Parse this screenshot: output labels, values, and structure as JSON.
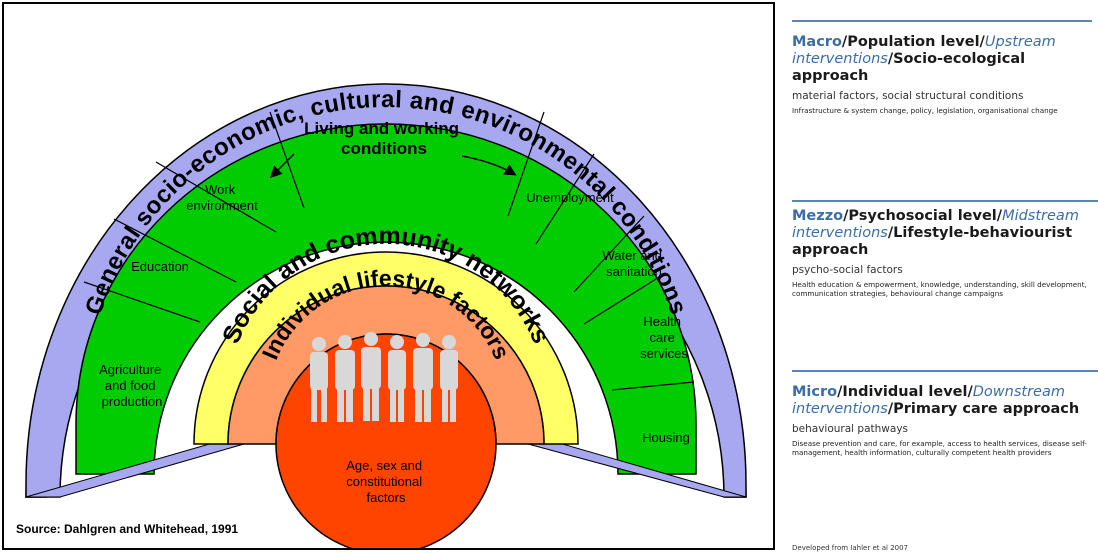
{
  "diagram": {
    "outer_ring": "General socio-economic, cultural and environmental conditions",
    "living_working": [
      "Living and working",
      "conditions"
    ],
    "sectors": {
      "agriculture": [
        "Agriculture",
        "and food",
        "production"
      ],
      "education": [
        "Education"
      ],
      "work_environment": [
        "Work",
        "environment"
      ],
      "unemployment": [
        "Unemployment"
      ],
      "water": [
        "Water and",
        "sanitation"
      ],
      "health_care": [
        "Health",
        "care",
        "services"
      ],
      "housing": [
        "Housing"
      ]
    },
    "social_ring": "Social and community networks",
    "individual_ring": "Individual lifestyle factors",
    "core": [
      "Age, sex and",
      "constitutional",
      "factors"
    ],
    "source": "Source: Dahlgren and Whitehead, 1991",
    "colors": {
      "outer": "#a8a8f0",
      "green": "#00cc00",
      "yellow": "#ffff66",
      "orange": "#ff9966",
      "core": "#ff4400",
      "figures": "#d8d8d8"
    }
  },
  "panel": {
    "macro": {
      "h1": "Macro",
      "h2": "/Population level/",
      "h3": "Upstream interventions",
      "h4": "/Socio-ecological approach",
      "sub": "material factors, social structural conditions",
      "small": "Infrastructure & system change, policy, legislation, organisational change"
    },
    "mezzo": {
      "h1": "Mezzo",
      "h2": "/Psychosocial level/",
      "h3": "Midstream interventions",
      "h4": "/Lifestyle-behaviourist approach",
      "sub": "psycho-social factors",
      "small": "Health education & empowerment, knowledge, understanding, skill development, communication strategies, behavioural change campaigns"
    },
    "micro": {
      "h1": "Micro",
      "h2": "/Individual level/",
      "h3": "Downstream interventions",
      "h4": "/Primary care approach",
      "sub": "behavioural pathways",
      "small": "Disease prevention and care, for example, access to health services, disease self-management, health information, culturally competent health providers"
    },
    "footer": "Developed from Iahler et al 2007"
  }
}
